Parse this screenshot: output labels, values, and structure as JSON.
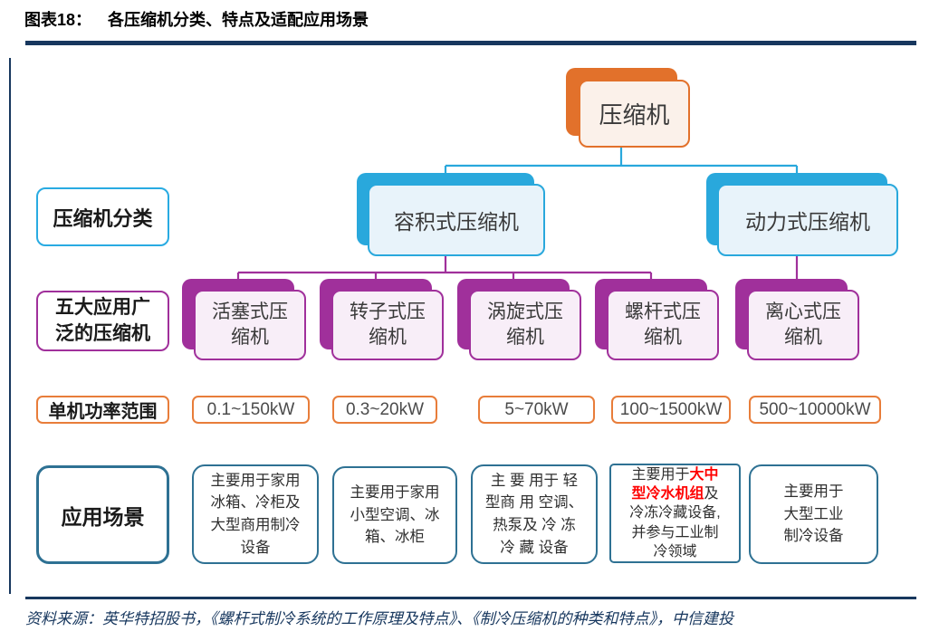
{
  "header": {
    "label": "图表18：",
    "title": "各压缩机分类、特点及适配应用场景"
  },
  "tree": {
    "root": "压缩机",
    "branches": [
      {
        "name": "容积式压缩机"
      },
      {
        "name": "动力式压缩机"
      }
    ]
  },
  "row_labels": {
    "classification": "压缩机分类",
    "five_types": "五大应用广\n泛的压缩机",
    "power_range": "单机功率范围",
    "application": "应用场景"
  },
  "columns": [
    {
      "name": "活塞式压\n缩机",
      "power": "0.1~150kW",
      "scenario": "主要用于家用\n冰箱、冷柜及\n大型商用制冷\n设备"
    },
    {
      "name": "转子式压\n缩机",
      "power": "0.3~20kW",
      "scenario": "主要用于家用\n小型空调、冰\n箱、冰柜"
    },
    {
      "name": "涡旋式压\n缩机",
      "power": "5~70kW",
      "scenario": "主 要 用于 轻\n型商 用 空调、\n热泵及 冷 冻\n冷 藏 设备"
    },
    {
      "name": "螺杆式压\n缩机",
      "power": "100~1500kW",
      "scenario_pre": "主要用于",
      "scenario_highlight": "大中型冷水机组",
      "scenario_post": "及冷冻冷藏设备,并参与工业制冷领域"
    },
    {
      "name": "离心式压\n缩机",
      "power": "500~10000kW",
      "scenario": "主要用于\n大型工业\n制冷设备"
    }
  ],
  "source": "资料来源：英华特招股书，《螺杆式制冷系统的工作原理及特点》、《制冷压缩机的种类和特点》，中信建投",
  "colors": {
    "navy_rule": "#17375E",
    "orange": "#E2712B",
    "blue": "#29A8DC",
    "purple": "#A0309B",
    "steel_blue": "#2E7193",
    "highlight_red": "#FF0000"
  }
}
